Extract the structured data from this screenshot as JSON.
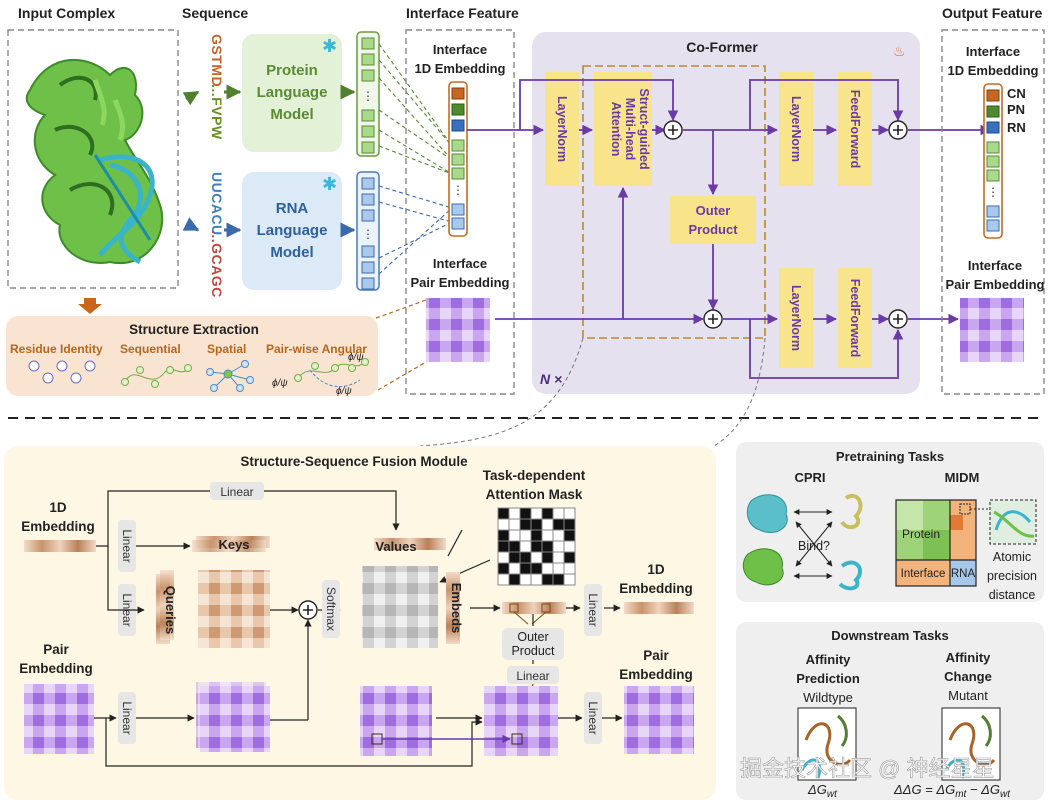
{
  "colors": {
    "purple": "#6a3aa7",
    "yellow_box": "#f8e48a",
    "green_box": "#e3f1d7",
    "blue_box": "#dce9f6",
    "coformer_bg": "#e6e1ef",
    "fusion_bg": "#fdf7e3",
    "struct_bg": "#f8e4d0",
    "panel_bg": "#efefef",
    "label_orange": "#b9661d"
  },
  "top": {
    "input_complex": "Input Complex",
    "sequence": "Sequence",
    "interface_feature": "Interface Feature",
    "output_feature": "Output Feature",
    "protein_seq_a": "GSTMD",
    "protein_seq_b": "...FVPW",
    "rna_seq_a": "UUCACU",
    "rna_seq_b": "...GCAGC",
    "plm_l1": "Protein",
    "plm_l2": "Language",
    "plm_l3": "Model",
    "rlm_l1": "RNA",
    "rlm_l2": "Language",
    "rlm_l3": "Model",
    "iface_1d_l1": "Interface",
    "iface_1d_l2": "1D Embedding",
    "iface_pair_l1": "Interface",
    "iface_pair_l2": "Pair Embedding",
    "out_1d_l1": "Interface",
    "out_1d_l2": "1D Embedding",
    "out_pair_l1": "Interface",
    "out_pair_l2": "Pair Embedding",
    "cn": "CN",
    "pn": "PN",
    "rn": "RN",
    "dots": "⋮"
  },
  "coformer": {
    "title": "Co-Former",
    "layernorm": "LayerNorm",
    "attn_l1": "Struct-guided",
    "attn_l2": "Multi-head",
    "attn_l3": "Attention",
    "feedforward": "FeedForward",
    "outer_l1": "Outer",
    "outer_l2": "Product",
    "repeat": "N ×"
  },
  "structure": {
    "title": "Structure Extraction",
    "residue": "Residue Identity",
    "sequential": "Sequential",
    "spatial": "Spatial",
    "angular": "Pair-wise Angular",
    "phi_psi": "ϕ/ψ"
  },
  "fusion": {
    "title": "Structure-Sequence Fusion Module",
    "emb1d_l1": "1D",
    "emb1d_l2": "Embedding",
    "linear": "Linear",
    "keys": "Keys",
    "values": "Values",
    "queries": "Queries",
    "softmax": "Softmax",
    "embeds": "Embeds",
    "mask_l1": "Task-dependent",
    "mask_l2": "Attention Mask",
    "out1d_l1": "1D",
    "out1d_l2": "Embedding",
    "outer_l1": "Outer",
    "outer_l2": "Product",
    "pair_l1": "Pair",
    "pair_l2": "Embedding",
    "outpair_l1": "Pair",
    "outpair_l2": "Embedding"
  },
  "pretraining": {
    "title": "Pretraining Tasks",
    "cpri": "CPRI",
    "midm": "MIDM",
    "bind": "Bind?",
    "protein": "Protein",
    "interface": "Interface",
    "rna": "RNA",
    "atomic_l1": "Atomic",
    "atomic_l2": "precision",
    "atomic_l3": "distance"
  },
  "downstream": {
    "title": "Downstream Tasks",
    "aff_pred_l1": "Affinity",
    "aff_pred_l2": "Prediction",
    "wildtype": "Wildtype",
    "aff_change_l1": "Affinity",
    "aff_change_l2": "Change",
    "mutant": "Mutant",
    "dg_wt": "ΔG",
    "dg_wt_sub": "wt",
    "ddg": "ΔΔG = ΔG",
    "ddg_sub1": "mt",
    "ddg_mid": " − ΔG",
    "ddg_sub2": "wt"
  },
  "watermark": "掘金技术社区 @ 神经星星"
}
